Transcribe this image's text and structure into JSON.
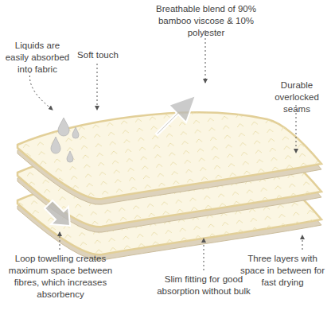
{
  "diagram": {
    "labels": [
      "Liquids are easily absorbed into fabric",
      "Soft touch",
      "Breathable blend of 90% bamboo viscose & 10% polyester",
      "Durable overlocked seams",
      "Loop towelling creates maximum space between fibres, which increases absorbency",
      "Slim fitting for good absorption without bulk",
      "Three layers with space in between for fast drying"
    ]
  }
}
